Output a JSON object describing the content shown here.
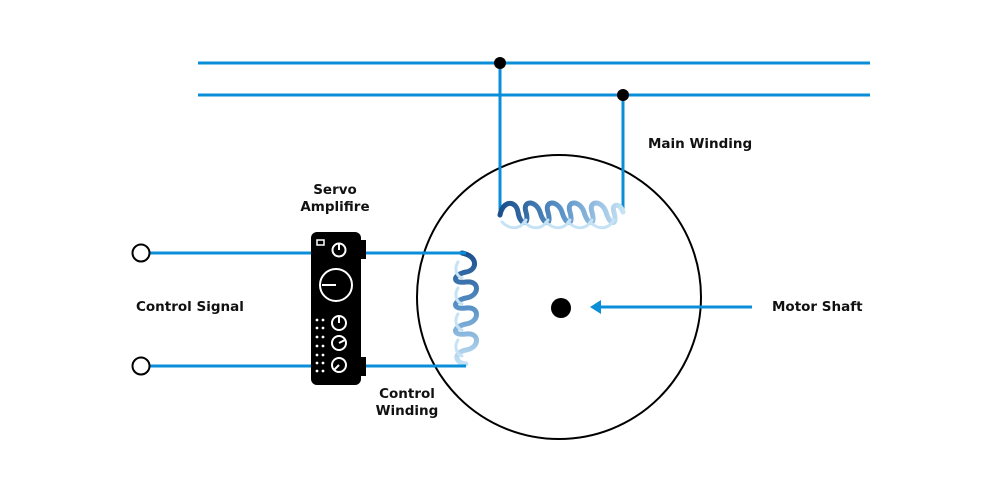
{
  "diagram": {
    "title": "AC Servo Motor",
    "colors": {
      "wire": "#0a8ed8",
      "outline": "#000000",
      "coil_dark": "#1a4f8c",
      "coil_light": "#b9daf0"
    },
    "labels": {
      "servo_amplifier_line1": "Servo",
      "servo_amplifier_line2": "Amplifire",
      "main_winding": "Main Winding",
      "control_signal": "Control Signal",
      "motor_shaft": "Motor Shaft",
      "control_winding_line1": "Control",
      "control_winding_line2": "Winding"
    },
    "components": [
      {
        "id": "supply-line-1",
        "type": "wire"
      },
      {
        "id": "supply-line-2",
        "type": "wire"
      },
      {
        "id": "junction-1",
        "type": "node"
      },
      {
        "id": "junction-2",
        "type": "node"
      },
      {
        "id": "main-winding",
        "type": "coil"
      },
      {
        "id": "control-winding",
        "type": "coil"
      },
      {
        "id": "servo-amplifier",
        "type": "amplifier"
      },
      {
        "id": "control-terminal-1",
        "type": "terminal"
      },
      {
        "id": "control-terminal-2",
        "type": "terminal"
      },
      {
        "id": "motor-stator",
        "type": "circle"
      },
      {
        "id": "motor-shaft",
        "type": "shaft"
      }
    ]
  }
}
